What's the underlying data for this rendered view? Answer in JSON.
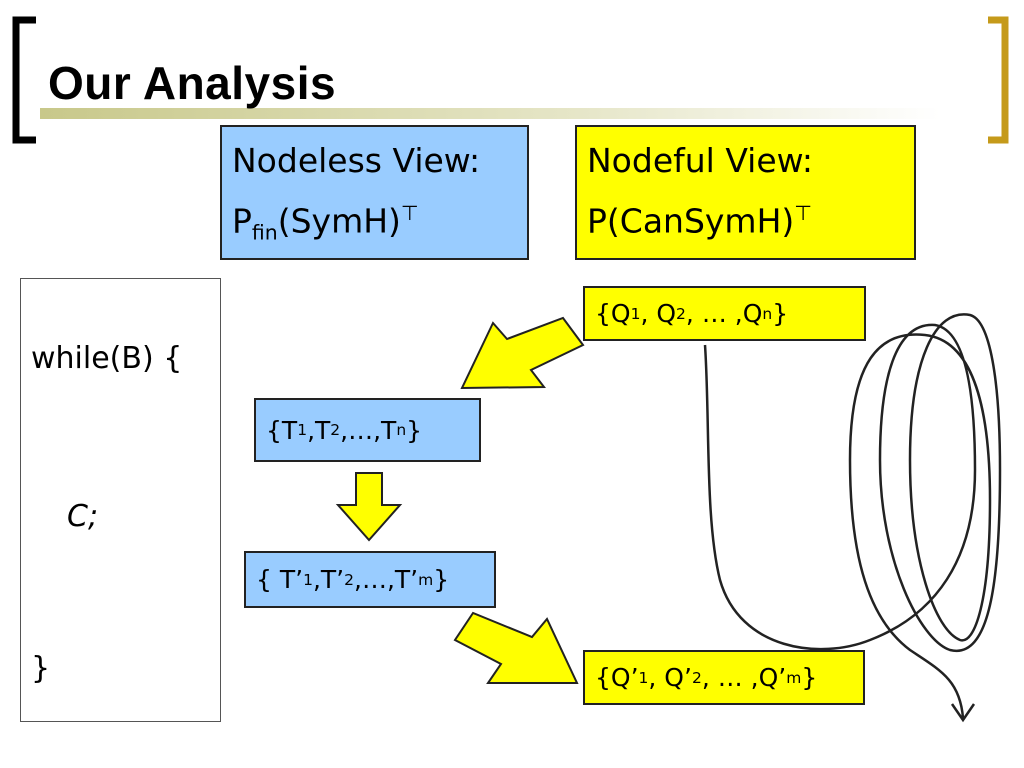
{
  "slide": {
    "title": "Our Analysis",
    "accent_color": "#c59a1a",
    "title_bar_color": "#d2d2a0"
  },
  "nodeless_view": {
    "label": "Nodeless View:",
    "formula_main": "P",
    "formula_sub": "fin",
    "formula_rest": "(SymH)",
    "formula_sup": "⊤"
  },
  "nodeful_view": {
    "label": "Nodeful View:",
    "formula_rest": "P(CanSymH)",
    "formula_sup": "⊤"
  },
  "code": {
    "line1": "while(B) {",
    "line2": "C;",
    "line3": "}"
  },
  "sets": {
    "q_set": {
      "open": "{Q",
      "s1": "1",
      "mid1": ", Q",
      "s2": "2",
      "mid2": ", … ,Q",
      "s3": "n",
      "close": "}"
    },
    "t_set": {
      "open": "{T",
      "s1": "1",
      "mid1": ",T",
      "s2": "2",
      "mid2": ",…,T",
      "s3": "n",
      "close": "}"
    },
    "tp_set": {
      "open": "{ T’",
      "s1": "1",
      "mid1": ",T’",
      "s2": "2",
      "mid2": ",…,T’",
      "s3": "m",
      "close": "}"
    },
    "qp_set": {
      "open": "{Q’",
      "s1": "1",
      "mid1": ", Q’",
      "s2": "2",
      "mid2": ", … ,Q’",
      "s3": "m",
      "close": "}"
    }
  },
  "colors": {
    "blue_box": "#99ccff",
    "yellow_box": "#ffff00",
    "arrow_fill": "#ffff00"
  }
}
